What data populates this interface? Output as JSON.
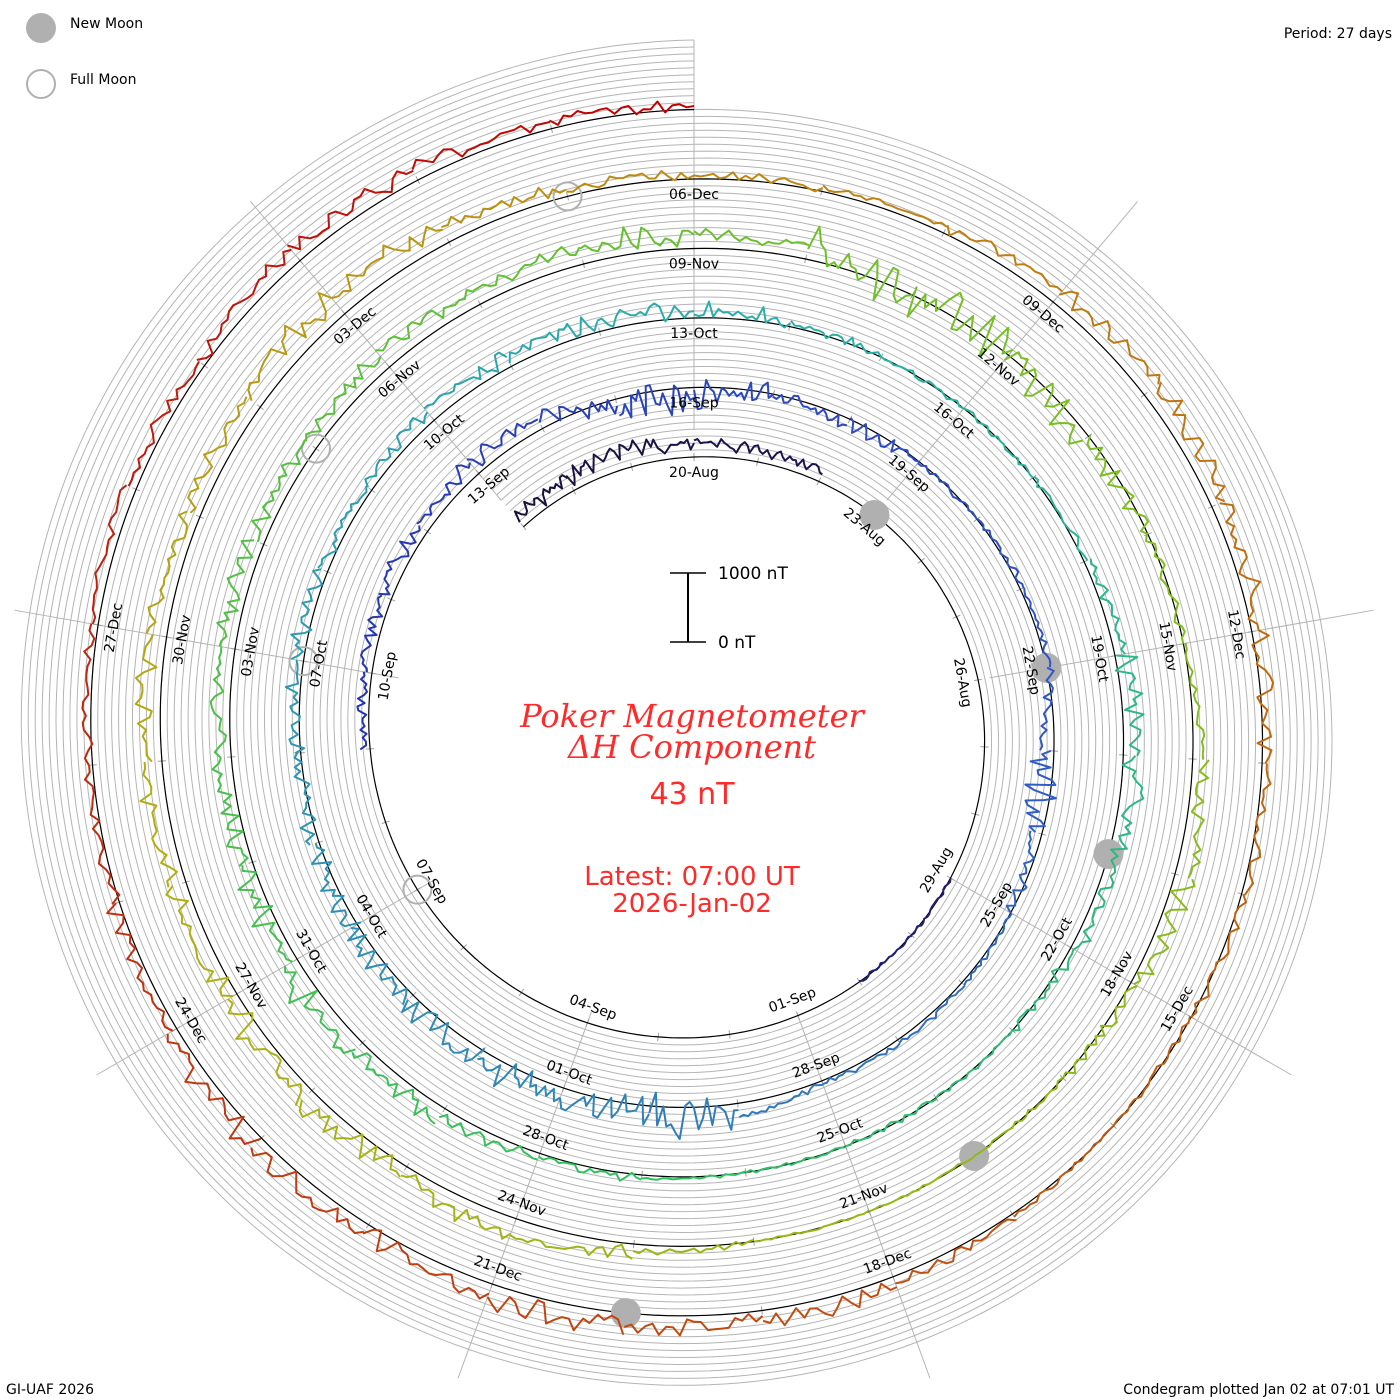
{
  "legend": {
    "new_moon_label": "New Moon",
    "full_moon_label": "Full Moon",
    "moon_color": "#b0b0b0"
  },
  "period_label": "Period: 27 days",
  "scale_bar": {
    "top_label": "1000 nT",
    "bottom_label": "0 nT"
  },
  "center": {
    "title_line1": "Poker Magnetometer",
    "title_line2": "ΔH Component",
    "current_value": "43 nT",
    "latest_line1": "Latest: 07:00 UT",
    "latest_line2": "2026-Jan-02"
  },
  "footer": {
    "left": "GI-UAF 2026",
    "right": "Condegram plotted Jan 02 at 07:01 UT"
  },
  "chart_data": {
    "type": "line",
    "subtype": "condegram-spiral",
    "title": "Poker Magnetometer ΔH Component",
    "period_days": 27,
    "start_date": "20-Aug",
    "units": "nT",
    "scale_nT": 1000,
    "date_label_step_days": 3,
    "date_labels": [
      "20-Aug",
      "23-Aug",
      "26-Aug",
      "29-Aug",
      "01-Sep",
      "04-Sep",
      "07-Sep",
      "10-Sep",
      "13-Sep",
      "16-Sep",
      "19-Sep",
      "22-Sep",
      "25-Sep",
      "28-Sep",
      "01-Oct",
      "04-Oct",
      "07-Oct",
      "10-Oct",
      "13-Oct",
      "16-Oct",
      "19-Oct",
      "22-Oct",
      "25-Oct",
      "28-Oct",
      "31-Oct",
      "03-Nov",
      "06-Nov",
      "09-Nov",
      "12-Nov",
      "15-Nov",
      "18-Nov",
      "21-Nov",
      "24-Nov",
      "27-Nov",
      "30-Nov",
      "03-Dec",
      "06-Dec",
      "09-Dec",
      "12-Dec",
      "15-Dec",
      "18-Dec",
      "21-Dec",
      "24-Dec",
      "27-Dec"
    ],
    "new_moons": [
      {
        "date": "23-Aug",
        "day": 3
      },
      {
        "date": "22-Sep",
        "day": 33
      },
      {
        "date": "21-Oct",
        "day": 62
      },
      {
        "date": "20-Nov",
        "day": 92
      },
      {
        "date": "20-Dec",
        "day": 122
      }
    ],
    "full_moons": [
      {
        "date": "07-Sep",
        "day": 18
      },
      {
        "date": "07-Oct",
        "day": 48
      },
      {
        "date": "05-Nov",
        "day": 77
      },
      {
        "date": "05-Dec",
        "day": 107
      }
    ],
    "first_day": -3,
    "last_day": 135,
    "daily_offset_nT": [
      150,
      200,
      250,
      200,
      150,
      null,
      null,
      null,
      null,
      null,
      null,
      null,
      0,
      0,
      null,
      null,
      null,
      null,
      null,
      null,
      null,
      null,
      null,
      80,
      120,
      150,
      150,
      200,
      150,
      -100,
      -150,
      0,
      -100,
      0,
      0,
      50,
      50,
      -200,
      -100,
      0,
      50,
      50,
      50,
      200,
      100,
      150,
      150,
      100,
      100,
      50,
      50,
      100,
      100,
      100,
      150,
      150,
      150,
      100,
      50,
      0,
      0,
      0,
      50,
      150,
      200,
      150,
      50,
      0,
      0,
      0,
      0,
      50,
      50,
      150,
      200,
      200,
      150,
      150,
      200,
      150,
      200,
      200,
      200,
      250,
      200,
      200,
      0,
      100,
      -100,
      0,
      0,
      150,
      200,
      50,
      0,
      0,
      0,
      0,
      100,
      250,
      150,
      200,
      150,
      200,
      250,
      200,
      200,
      250,
      300,
      200,
      100,
      50,
      50,
      100,
      200,
      250,
      200,
      100,
      50,
      50,
      0,
      0,
      50,
      100,
      150,
      200,
      200,
      150,
      200,
      150,
      50,
      50,
      100,
      150,
      100,
      200,
      150,
      100,
      50
    ],
    "daily_range_nT": [
      300,
      300,
      300,
      200,
      150,
      null,
      null,
      null,
      null,
      null,
      null,
      null,
      60,
      60,
      null,
      null,
      null,
      null,
      null,
      null,
      null,
      null,
      null,
      200,
      250,
      300,
      250,
      300,
      300,
      600,
      500,
      200,
      300,
      100,
      100,
      100,
      150,
      500,
      200,
      100,
      100,
      100,
      100,
      700,
      500,
      500,
      500,
      400,
      400,
      300,
      300,
      300,
      200,
      200,
      250,
      300,
      350,
      300,
      200,
      100,
      100,
      100,
      200,
      400,
      450,
      300,
      200,
      80,
      80,
      60,
      60,
      150,
      200,
      400,
      500,
      450,
      350,
      300,
      350,
      300,
      300,
      300,
      250,
      350,
      300,
      700,
      800,
      700,
      500,
      150,
      100,
      300,
      400,
      200,
      80,
      60,
      60,
      100,
      250,
      350,
      500,
      600,
      450,
      300,
      350,
      300,
      300,
      400,
      450,
      300,
      200,
      150,
      100,
      200,
      300,
      350,
      300,
      300,
      200,
      150,
      100,
      100,
      150,
      300,
      350,
      400,
      400,
      400,
      450,
      350,
      200,
      150,
      150,
      200,
      250,
      350,
      250,
      200,
      150
    ],
    "color_stops": [
      {
        "day": -3,
        "color": "#1a0f3c"
      },
      {
        "day": 8,
        "color": "#1e1a6e"
      },
      {
        "day": 20,
        "color": "#2233b0"
      },
      {
        "day": 33,
        "color": "#2f55c8"
      },
      {
        "day": 42,
        "color": "#2f86b8"
      },
      {
        "day": 55,
        "color": "#2ab0a8"
      },
      {
        "day": 68,
        "color": "#30c060"
      },
      {
        "day": 85,
        "color": "#7ac020"
      },
      {
        "day": 100,
        "color": "#b0b010"
      },
      {
        "day": 110,
        "color": "#c08010"
      },
      {
        "day": 120,
        "color": "#c05010"
      },
      {
        "day": 128,
        "color": "#c02a10"
      },
      {
        "day": 135,
        "color": "#c00000"
      }
    ]
  }
}
